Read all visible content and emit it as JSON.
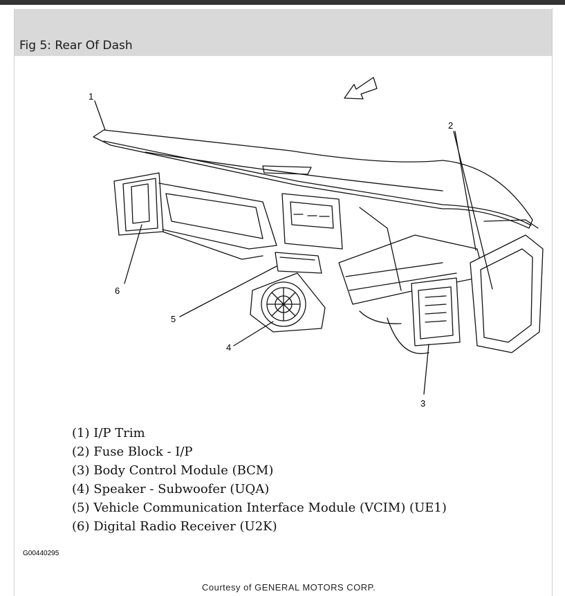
{
  "header": {
    "title": "Fig 5: Rear Of Dash"
  },
  "callouts": [
    "1",
    "2",
    "3",
    "4",
    "5",
    "6"
  ],
  "legend": [
    "(1) I/P Trim",
    "(2) Fuse Block - I/P",
    "(3) Body Control Module (BCM)",
    "(4) Speaker - Subwoofer (UQA)",
    "(5) Vehicle Communication Interface Module (VCIM) (UE1)",
    "(6) Digital Radio Receiver (U2K)"
  ],
  "figure_code": "G00440295",
  "credit": "Courtesy of GENERAL MOTORS CORP."
}
